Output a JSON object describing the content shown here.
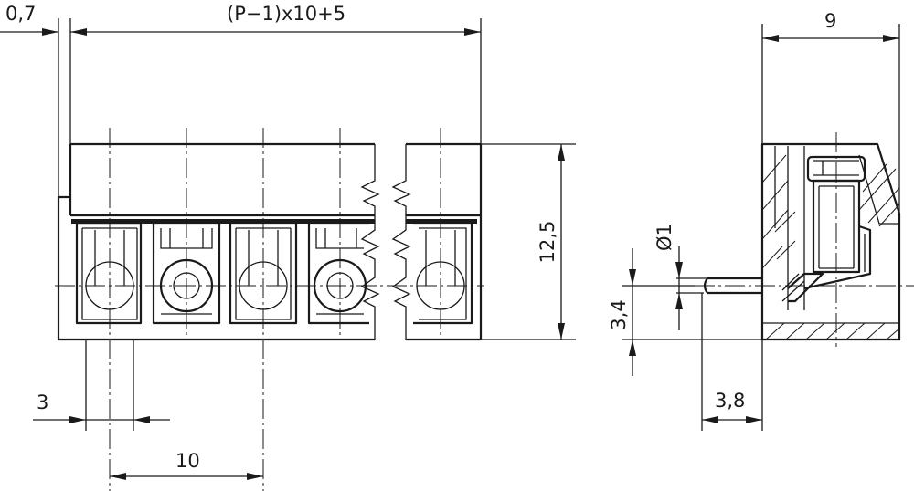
{
  "dimensions": {
    "offset_left": "0,7",
    "total_width": "(P−1)x10+5",
    "side_width": "9",
    "height": "12,5",
    "pin_diameter": "Ø1",
    "pin_height": "3,4",
    "edge_offset": "3",
    "pitch": "10",
    "pin_length": "3,8"
  }
}
